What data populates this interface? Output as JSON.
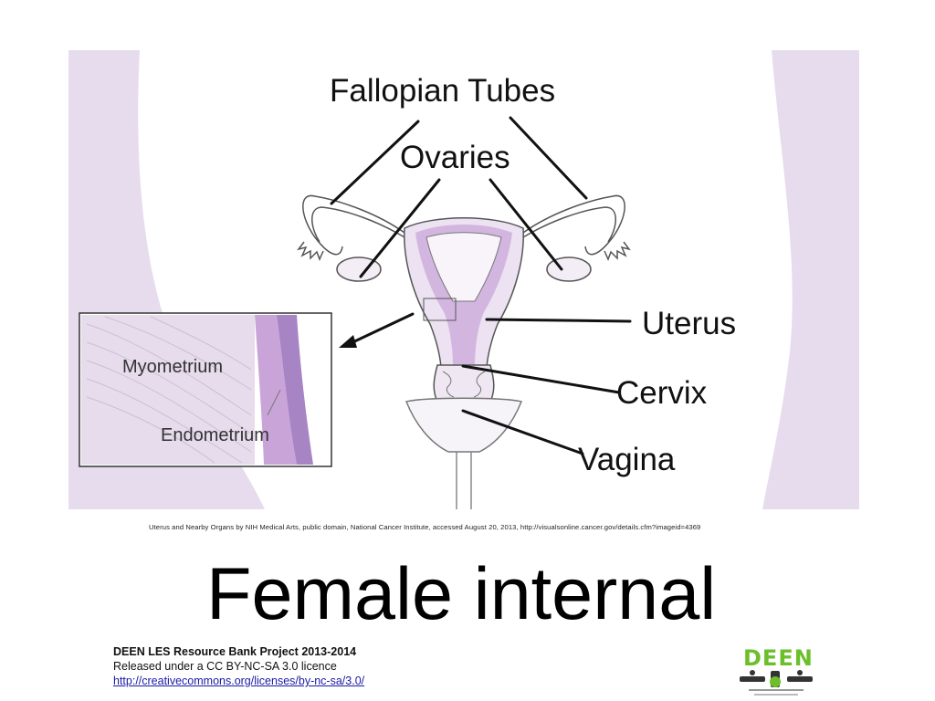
{
  "diagram": {
    "labels": {
      "fallopian_tubes": "Fallopian Tubes",
      "ovaries": "Ovaries",
      "uterus": "Uterus",
      "cervix": "Cervix",
      "vagina": "Vagina",
      "myometrium": "Myometrium",
      "endometrium": "Endometrium"
    },
    "caption": "Uterus and Nearby Organs by NIH Medical Arts, public domain, National Cancer Institute, accessed August 20, 2013, http://visualsonline.cancer.gov/details.cfm?imageid=4369",
    "colors": {
      "body_tint": "#e7dcee",
      "tissue_purple": "#c9a4d8",
      "endometrium_purple": "#a784c4",
      "outline": "#444444",
      "leader_line": "#111111"
    }
  },
  "slide": {
    "title": "Female internal"
  },
  "footer": {
    "project": "DEEN LES Resource Bank Project 2013-2014",
    "licence": "Released under a CC BY-NC-SA 3.0 licence",
    "link": "http://creativecommons.org/licenses/by-nc-sa/3.0/",
    "logo_text": "DEEN",
    "logo_colors": {
      "letters": "#6cbf2b"
    }
  }
}
